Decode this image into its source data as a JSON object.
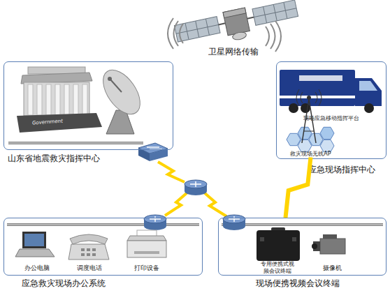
{
  "diagram": {
    "nodes": [
      {
        "text": [
          "山东省地震救灾指挥中心"
        ]
      },
      {
        "text": [
          "应急现场指挥中心"
        ]
      },
      {
        "text": [
          "现场应急移动指挥平台"
        ],
        "in": 1
      },
      {
        "text": [
          "救灾现场无线AP"
        ],
        "in": 1
      },
      {
        "text": [
          "应急救灾现场办公系统"
        ]
      },
      {
        "text": [
          "办公电脑"
        ],
        "in": 4
      },
      {
        "text": [
          "调度电话"
        ],
        "in": 4
      },
      {
        "text": [
          "打印设备"
        ],
        "in": 4
      },
      {
        "text": [
          "现场便携视频会议终端"
        ]
      },
      {
        "text": [
          "专用便携式视频会议终端"
        ],
        "in": 8
      },
      {
        "text": [
          "摄像机"
        ],
        "in": 8
      }
    ],
    "edges": [
      {
        "from": 3,
        "to": 8,
        "arrow": "none"
      }
    ],
    "labels": [
      "卫星网络传输",
      "Government"
    ]
  }
}
